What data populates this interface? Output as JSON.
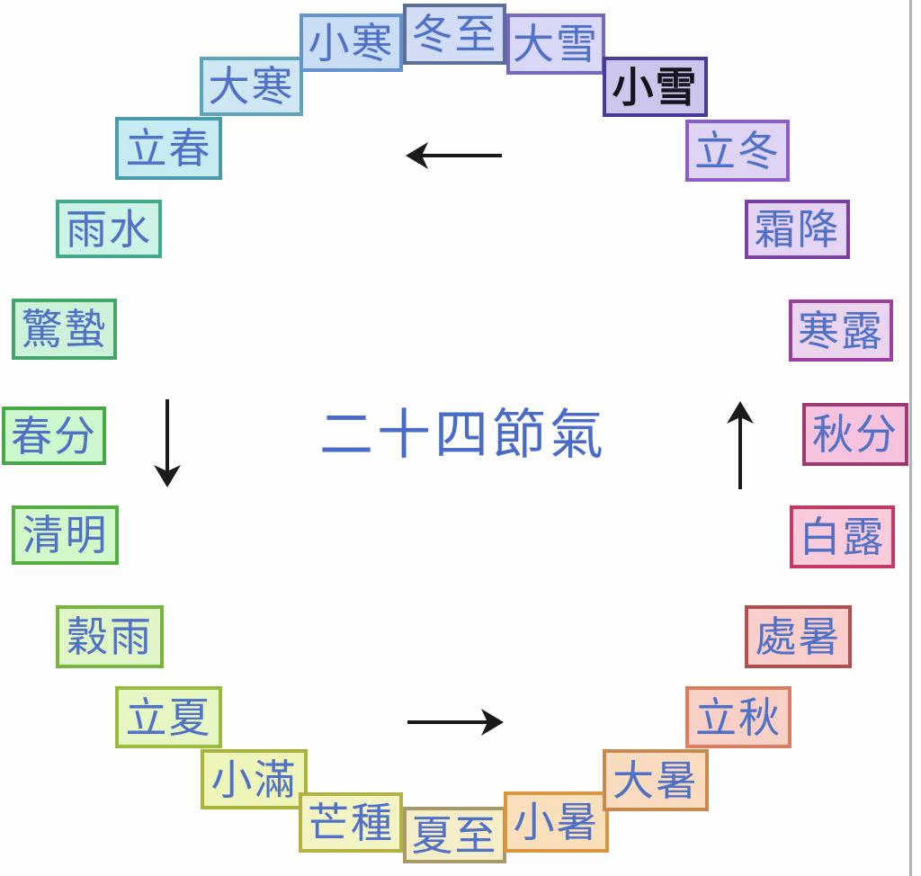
{
  "title": "二十四節氣",
  "colors": {
    "term_text": "#5171c5",
    "title_text": "#4a6cc8",
    "arrow": "#1a1a1a",
    "page_edge": "#b3b3b3",
    "background": "#fefefe"
  },
  "arrows": {
    "top": {
      "symbol": "←",
      "direction": "left"
    },
    "left": {
      "symbol": "↓",
      "direction": "down"
    },
    "bottom": {
      "symbol": "→",
      "direction": "right"
    },
    "right": {
      "symbol": "↑",
      "direction": "up"
    }
  },
  "terms": [
    {
      "label": "立春",
      "bg": "#c6ecf2",
      "border": "#4a9aaa"
    },
    {
      "label": "雨水",
      "bg": "#cdf3e6",
      "border": "#42a98c"
    },
    {
      "label": "驚蟄",
      "bg": "#cdf2d9",
      "border": "#43a568"
    },
    {
      "label": "春分",
      "bg": "#cdf7cd",
      "border": "#46a846"
    },
    {
      "label": "清明",
      "bg": "#d2f7c8",
      "border": "#55ad46"
    },
    {
      "label": "穀雨",
      "bg": "#e0f5c6",
      "border": "#79b43f"
    },
    {
      "label": "立夏",
      "bg": "#e6f7c3",
      "border": "#9aba3c"
    },
    {
      "label": "小滿",
      "bg": "#eef5b9",
      "border": "#a9b23a"
    },
    {
      "label": "芒種",
      "bg": "#f3f3c3",
      "border": "#b2b240"
    },
    {
      "label": "夏至",
      "bg": "#f5edc8",
      "border": "#a89a68"
    },
    {
      "label": "小暑",
      "bg": "#f9dfba",
      "border": "#d9953f"
    },
    {
      "label": "大暑",
      "bg": "#f9dcc0",
      "border": "#c9884e"
    },
    {
      "label": "立秋",
      "bg": "#f9d0c6",
      "border": "#d97f60"
    },
    {
      "label": "處暑",
      "bg": "#f9cecb",
      "border": "#b05050"
    },
    {
      "label": "白露",
      "bg": "#f9cbdb",
      "border": "#c43a62"
    },
    {
      "label": "秋分",
      "bg": "#f5c3dd",
      "border": "#9c3a72"
    },
    {
      "label": "寒露",
      "bg": "#ead4ee",
      "border": "#9c3fa0"
    },
    {
      "label": "霜降",
      "bg": "#e6d4f5",
      "border": "#7b3fa5"
    },
    {
      "label": "立冬",
      "bg": "#e0d4f5",
      "border": "#8a5ec6"
    },
    {
      "label": "小雪",
      "bg": "#cac6ec",
      "border": "#4a3a9a",
      "text_color": "#15151f",
      "bold": true
    },
    {
      "label": "大雪",
      "bg": "#d9d9f7",
      "border": "#7568c4"
    },
    {
      "label": "冬至",
      "bg": "#d2dcf5",
      "border": "#5d6d96"
    },
    {
      "label": "小寒",
      "bg": "#c9def5",
      "border": "#6292cf"
    },
    {
      "label": "大寒",
      "bg": "#cfe7f3",
      "border": "#5ba3b8"
    }
  ]
}
